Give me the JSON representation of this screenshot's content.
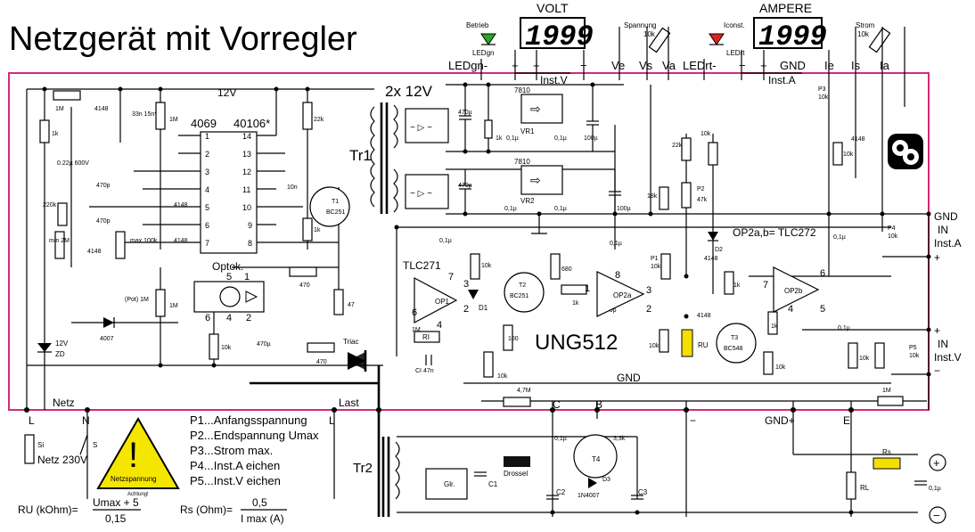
{
  "title": "Netzgerät mit Vorregler",
  "colors": {
    "board_outline": "#d42a7a",
    "led_green": "#22aa22",
    "led_red": "#dd2222",
    "warning_yellow": "#f5e600",
    "ru_yellow": "#f2e000",
    "rs_yellow": "#f2e000"
  },
  "meters": {
    "volt": {
      "label": "VOLT",
      "display": "1999"
    },
    "ampere": {
      "label": "AMPERE",
      "display": "1999"
    },
    "inst_v": "Inst.V",
    "inst_a": "Inst.A"
  },
  "top_terminals": {
    "led_gn": "LEDgn-",
    "plus1": "+",
    "plus2": "+",
    "minus1": "−",
    "ve": "Ve",
    "vs": "Vs",
    "va": "Va",
    "led_rt": "LEDrt-",
    "minus2": "−",
    "plus3": "+",
    "gnd": "GND",
    "ie": "Ie",
    "is": "Is",
    "ia": "Ia"
  },
  "top_components": {
    "betrieb": "Betrieb",
    "ledgn": "LEDgn",
    "spannung": "Spannung",
    "spannung_val": "10k",
    "iconst": "Iconst.",
    "ledrt": "LEDrt",
    "strom": "Strom",
    "strom_val": "10k"
  },
  "labels": {
    "transformer_voltage": "2x 12V",
    "tr1": "Tr1",
    "tr2": "Tr2",
    "v12": "12V",
    "ic_4069": "4069",
    "ic_40106": "40106*",
    "optok": "Optok.",
    "tlc271": "TLC271",
    "op1": "OP1",
    "op2a": "OP2a",
    "op2b": "OP2b",
    "op2_note": "OP2a,b= TLC272",
    "ung512": "UNG512",
    "gnd_mid": "GND",
    "triac": "Triac",
    "zd": "12V\nZD",
    "netz": "Netz",
    "last": "Last",
    "vr1": "VR1",
    "vr2": "VR2",
    "reg1": "7810",
    "reg2": "7810",
    "t1": "T1\nBC251",
    "t2": "T2\nBC251",
    "t3": "T3\nBC548",
    "t4": "T4",
    "d1": "D1",
    "d2": "D2",
    "d3": "D3\n1N4007",
    "gl": "Glr.",
    "drossel": "Drossel",
    "c1": "C1",
    "c2": "C2",
    "c3": "C3",
    "ru": "RU",
    "rs": "Rs",
    "rl": "RL",
    "p1": "P1",
    "p2": "P2",
    "p3": "P3",
    "p4": "P4",
    "p5": "P5"
  },
  "right_labels": {
    "gnd_in": "GND",
    "in_inst_a": "IN\nInst.A",
    "in_inst_v": "IN\nInst.V",
    "plus_a": "+",
    "plus_v": "+",
    "minus_v": "−"
  },
  "bottom_nodes": {
    "l1": "L",
    "n": "N",
    "l2": "L",
    "c": "C",
    "b": "B",
    "minus": "−",
    "gnd_plus": "GND+",
    "e": "E",
    "plus_out": "+",
    "minus_out": "−"
  },
  "component_values": {
    "r1m_a": "1M",
    "d4148_a": "4148",
    "c33n": "33n\n15n*",
    "r1m_b": "1M",
    "r22k": "22k",
    "r1k": "1k",
    "c022": "0.22µ\n600V",
    "c470p_a": "470p",
    "c470p_b": "470p",
    "r220k": "220k",
    "d4148_b": "4148",
    "d4148_c": "4148",
    "c10n": "10n",
    "min2m": "min\n2M",
    "d4148_d": "4148",
    "max100k": "max\n100k",
    "r1k_b": "1k",
    "pot1m": "(Pot)\n1M",
    "r1m_c": "1M",
    "d4007": "4007",
    "r10k_a": "10k",
    "c470u": "470µ",
    "r47": "47",
    "r470_a": "470",
    "r470_b": "470",
    "c470u_b": "470µ",
    "r1k_c": "1k",
    "c01u_a": "0,1µ",
    "c01u_b": "0,1µ",
    "c100u": "100µ",
    "c470u_c": "470µ",
    "c01u_c": "0,1µ",
    "c01u_d": "0,1µ",
    "c100u_b": "100µ",
    "c01u_e": "0,1µ",
    "c01u_f": "0,1µ",
    "r10k_b": "10k",
    "r680": "680",
    "r1k_d": "1k",
    "c470p_c": "470p",
    "r22k_b": "22k",
    "r10k_c": "10k",
    "r18k": "18k",
    "p2_47k": "47k",
    "d4148_e": "4148",
    "p1_10k": "10k",
    "d4148_f": "4148",
    "r1k_e": "1k",
    "r10k_d": "10k",
    "r10k_e": "10k",
    "p3_10k": "10k",
    "d4148_g": "4148",
    "r10k_f": "10k",
    "c01u_g": "0,1µ",
    "p4_10k": "10k",
    "r1k_f": "1k",
    "r10k_g": "10k",
    "c01u_h": "0,1µ",
    "p5_10k": "10k",
    "r10k_h": "10k",
    "r1m_d": "1M",
    "r47m": "4,7M",
    "r100": "100",
    "r10k_i": "10k",
    "rl_1m": "1M",
    "ci_47n": "CI 47n",
    "ri": "RI",
    "r1m_e": "1M",
    "c01u_i": "0,1µ",
    "c01u_j": "0,1µ",
    "r33k": "3,3k",
    "si": "Si"
  },
  "legend": [
    "P1...Anfangsspannung",
    "P2...Endspannung Umax",
    "P3...Strom max.",
    "P4...Inst.A eichen",
    "P5...Inst.V eichen"
  ],
  "mains": {
    "fuse": "Si",
    "switch": "S",
    "label": "Netz 230V"
  },
  "warning": {
    "symbol": "!",
    "text": "Netzspannung",
    "subtext": "Achtung!"
  },
  "formulas": {
    "ru_label": "RU (kOhm)=",
    "ru_num": "Umax + 5",
    "ru_den": "0,15",
    "rs_label": "Rs (Ohm)=",
    "rs_num": "0,5",
    "rs_den": "I max (A)"
  },
  "ic_pins": {
    "left": [
      "1",
      "2",
      "3",
      "4",
      "5",
      "6",
      "7"
    ],
    "right": [
      "14",
      "13",
      "12",
      "11",
      "10",
      "9",
      "8"
    ]
  }
}
